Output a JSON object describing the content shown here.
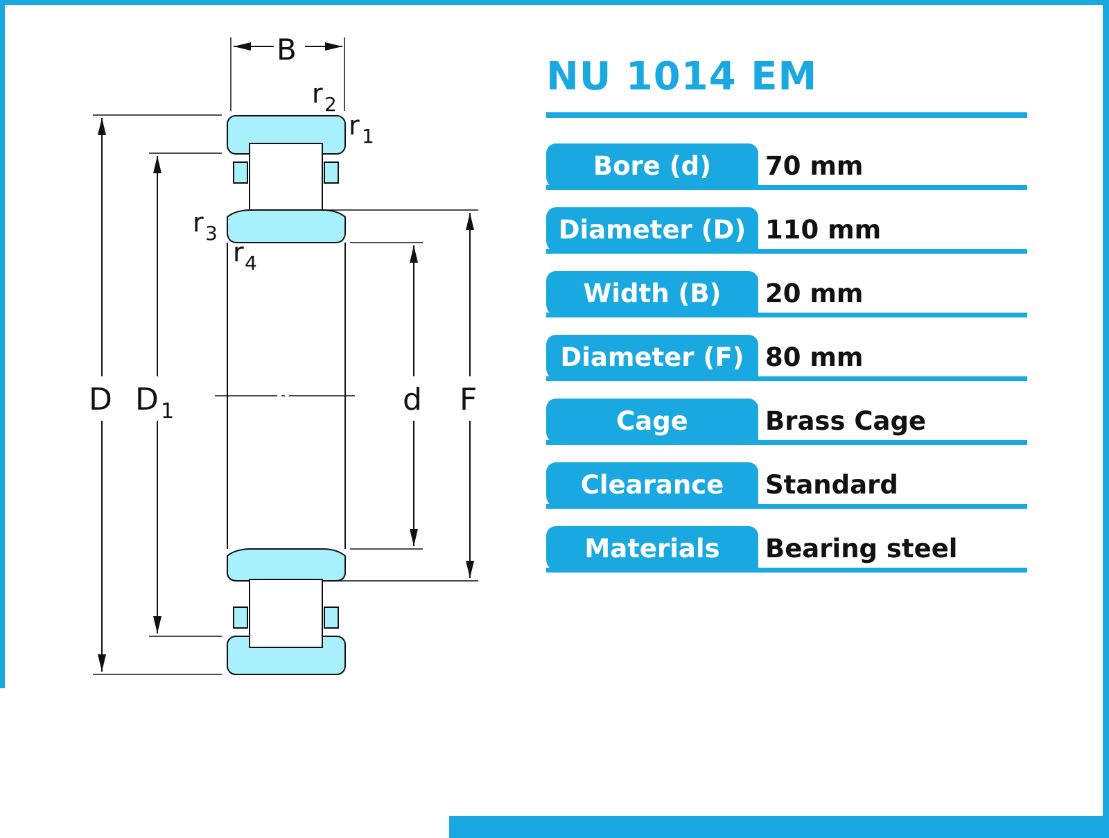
{
  "title": "NU 1014 EM",
  "colors": {
    "accent": "#1aa8e0",
    "bearing_fill": "#a8f0fb",
    "value_text": "#111111"
  },
  "specs": [
    {
      "label": "Bore (d)",
      "value": "70 mm"
    },
    {
      "label": "Diameter (D)",
      "value": "110 mm"
    },
    {
      "label": "Width (B)",
      "value": "20 mm"
    },
    {
      "label": "Diameter (F)",
      "value": "80 mm"
    },
    {
      "label": "Cage",
      "value": "Brass Cage"
    },
    {
      "label": "Clearance",
      "value": "Standard"
    },
    {
      "label": "Materials",
      "value": "Bearing steel"
    }
  ],
  "diagram": {
    "labels": {
      "B": "B",
      "D": "D",
      "D1": "D",
      "D1_sub": "1",
      "d": "d",
      "F": "F",
      "r1": "r",
      "r1_sub": "1",
      "r2": "r",
      "r2_sub": "2",
      "r3": "r",
      "r3_sub": "3",
      "r4": "r",
      "r4_sub": "4"
    }
  }
}
